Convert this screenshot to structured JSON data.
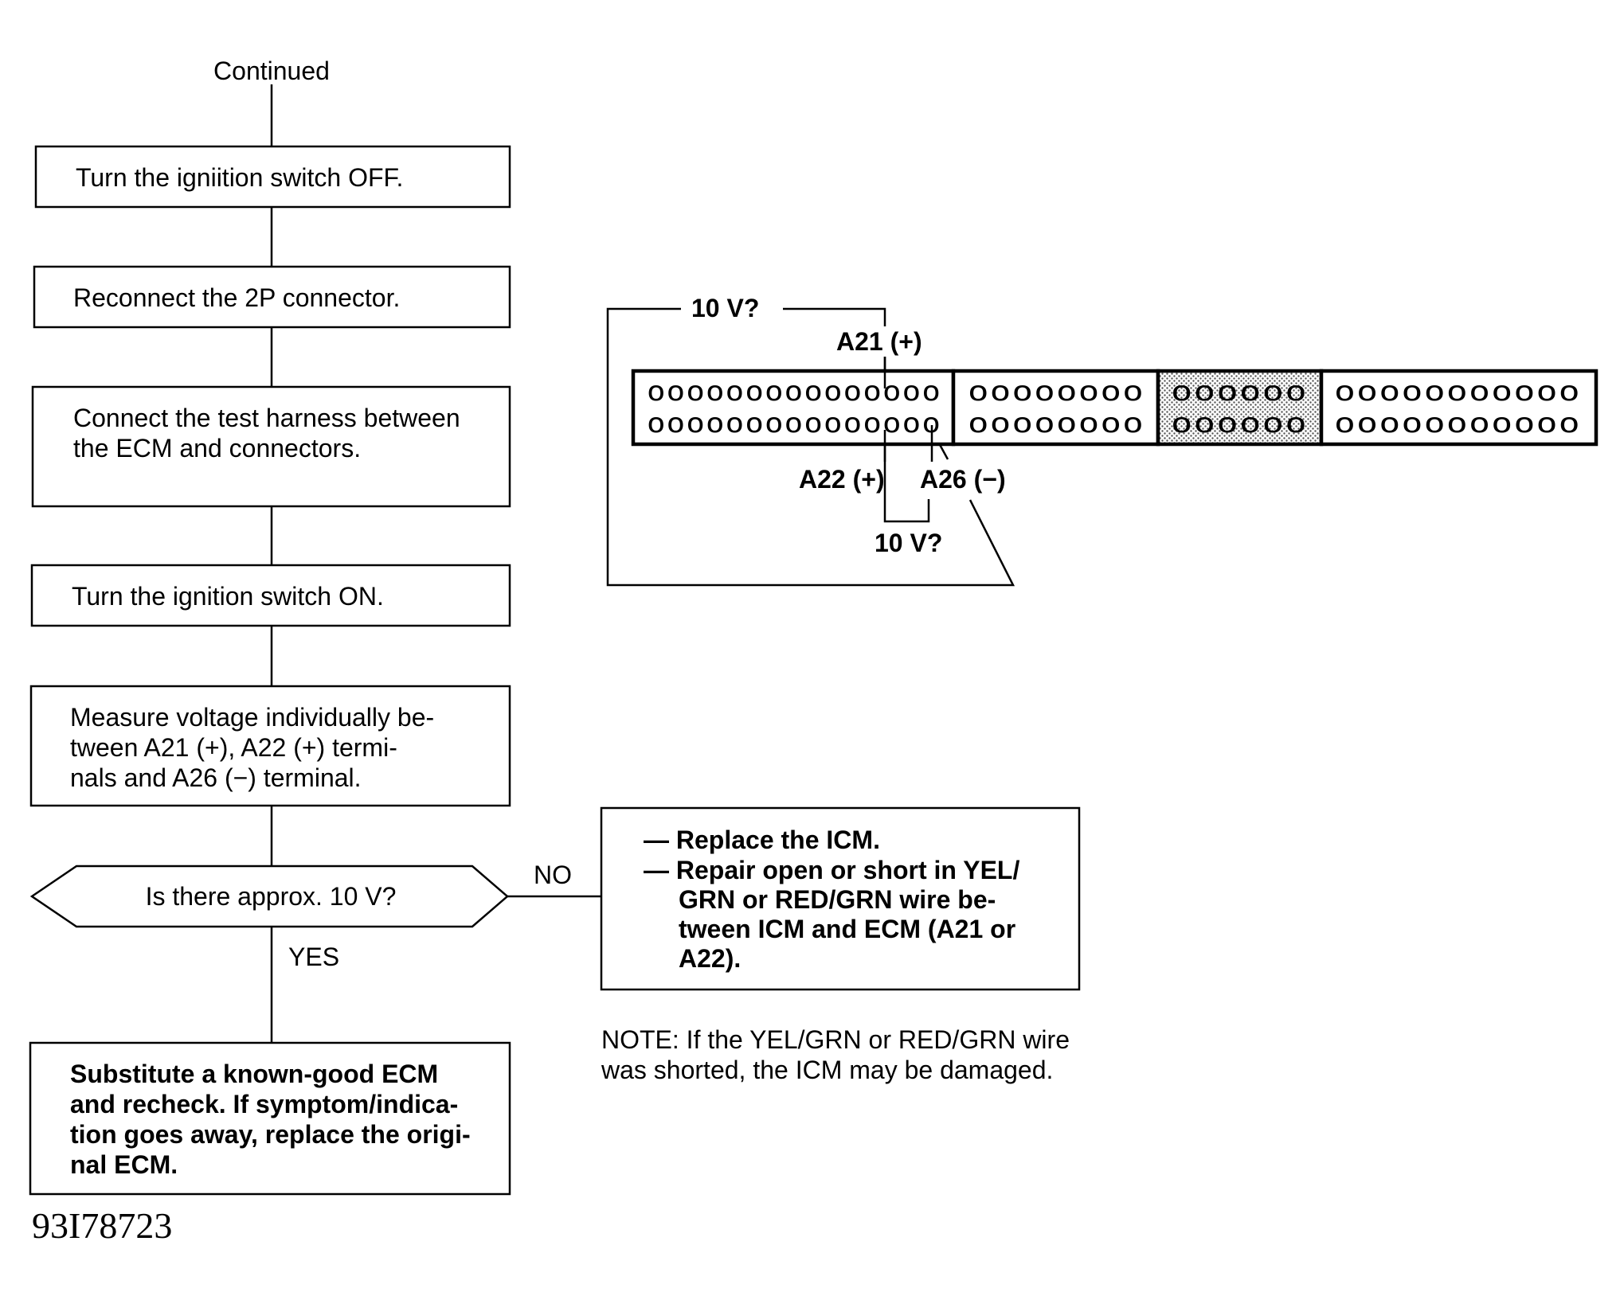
{
  "flow": {
    "continued": "Continued",
    "step1": "Turn the igniition switch OFF.",
    "step2": "Reconnect the 2P connector.",
    "step3": [
      "Connect the test harness between",
      "the  ECM  and  connectors."
    ],
    "step4": "Turn the ignition switch ON.",
    "step5": [
      "Measure voltage individually be-",
      "tween A21 (+), A22 (+) termi-",
      "nals and A26 (−) terminal."
    ],
    "decision": "Is there approx. 10 V?",
    "no_label": "NO",
    "yes_label": "YES",
    "result_yes": [
      "Substitute  a  known-good  ECM",
      "and recheck. If symptom/indica-",
      "tion goes away, replace the origi-",
      "nal ECM."
    ],
    "result_no": [
      "— Replace the ICM.",
      "— Repair open or short in YEL/",
      "GRN  or  RED/GRN  wire  be-",
      "tween ICM and ECM (A21 or",
      "A22)."
    ],
    "note": [
      "NOTE: If the YEL/GRN or RED/GRN wire",
      "was shorted, the ICM may be damaged."
    ],
    "doc_id": "93I78723"
  },
  "connector": {
    "top_voltage": "10 V?",
    "bottom_voltage": "10 V?",
    "pin_a21": "A21 (+)",
    "pin_a22": "A22 (+)",
    "pin_a26": "A26 (−)",
    "sections": [
      {
        "row1": "ooooooooooooooo",
        "row2": "ooooooooooooooo"
      },
      {
        "row1": "oooooooo",
        "row2": "oooooooo"
      },
      {
        "row1": "oooooo",
        "row2": "oooooo",
        "shaded": true
      },
      {
        "row1": "ooooooooooo",
        "row2": "ooooooooooo"
      }
    ]
  },
  "colors": {
    "ink": "#000000",
    "shade": "#c8c8c8"
  }
}
